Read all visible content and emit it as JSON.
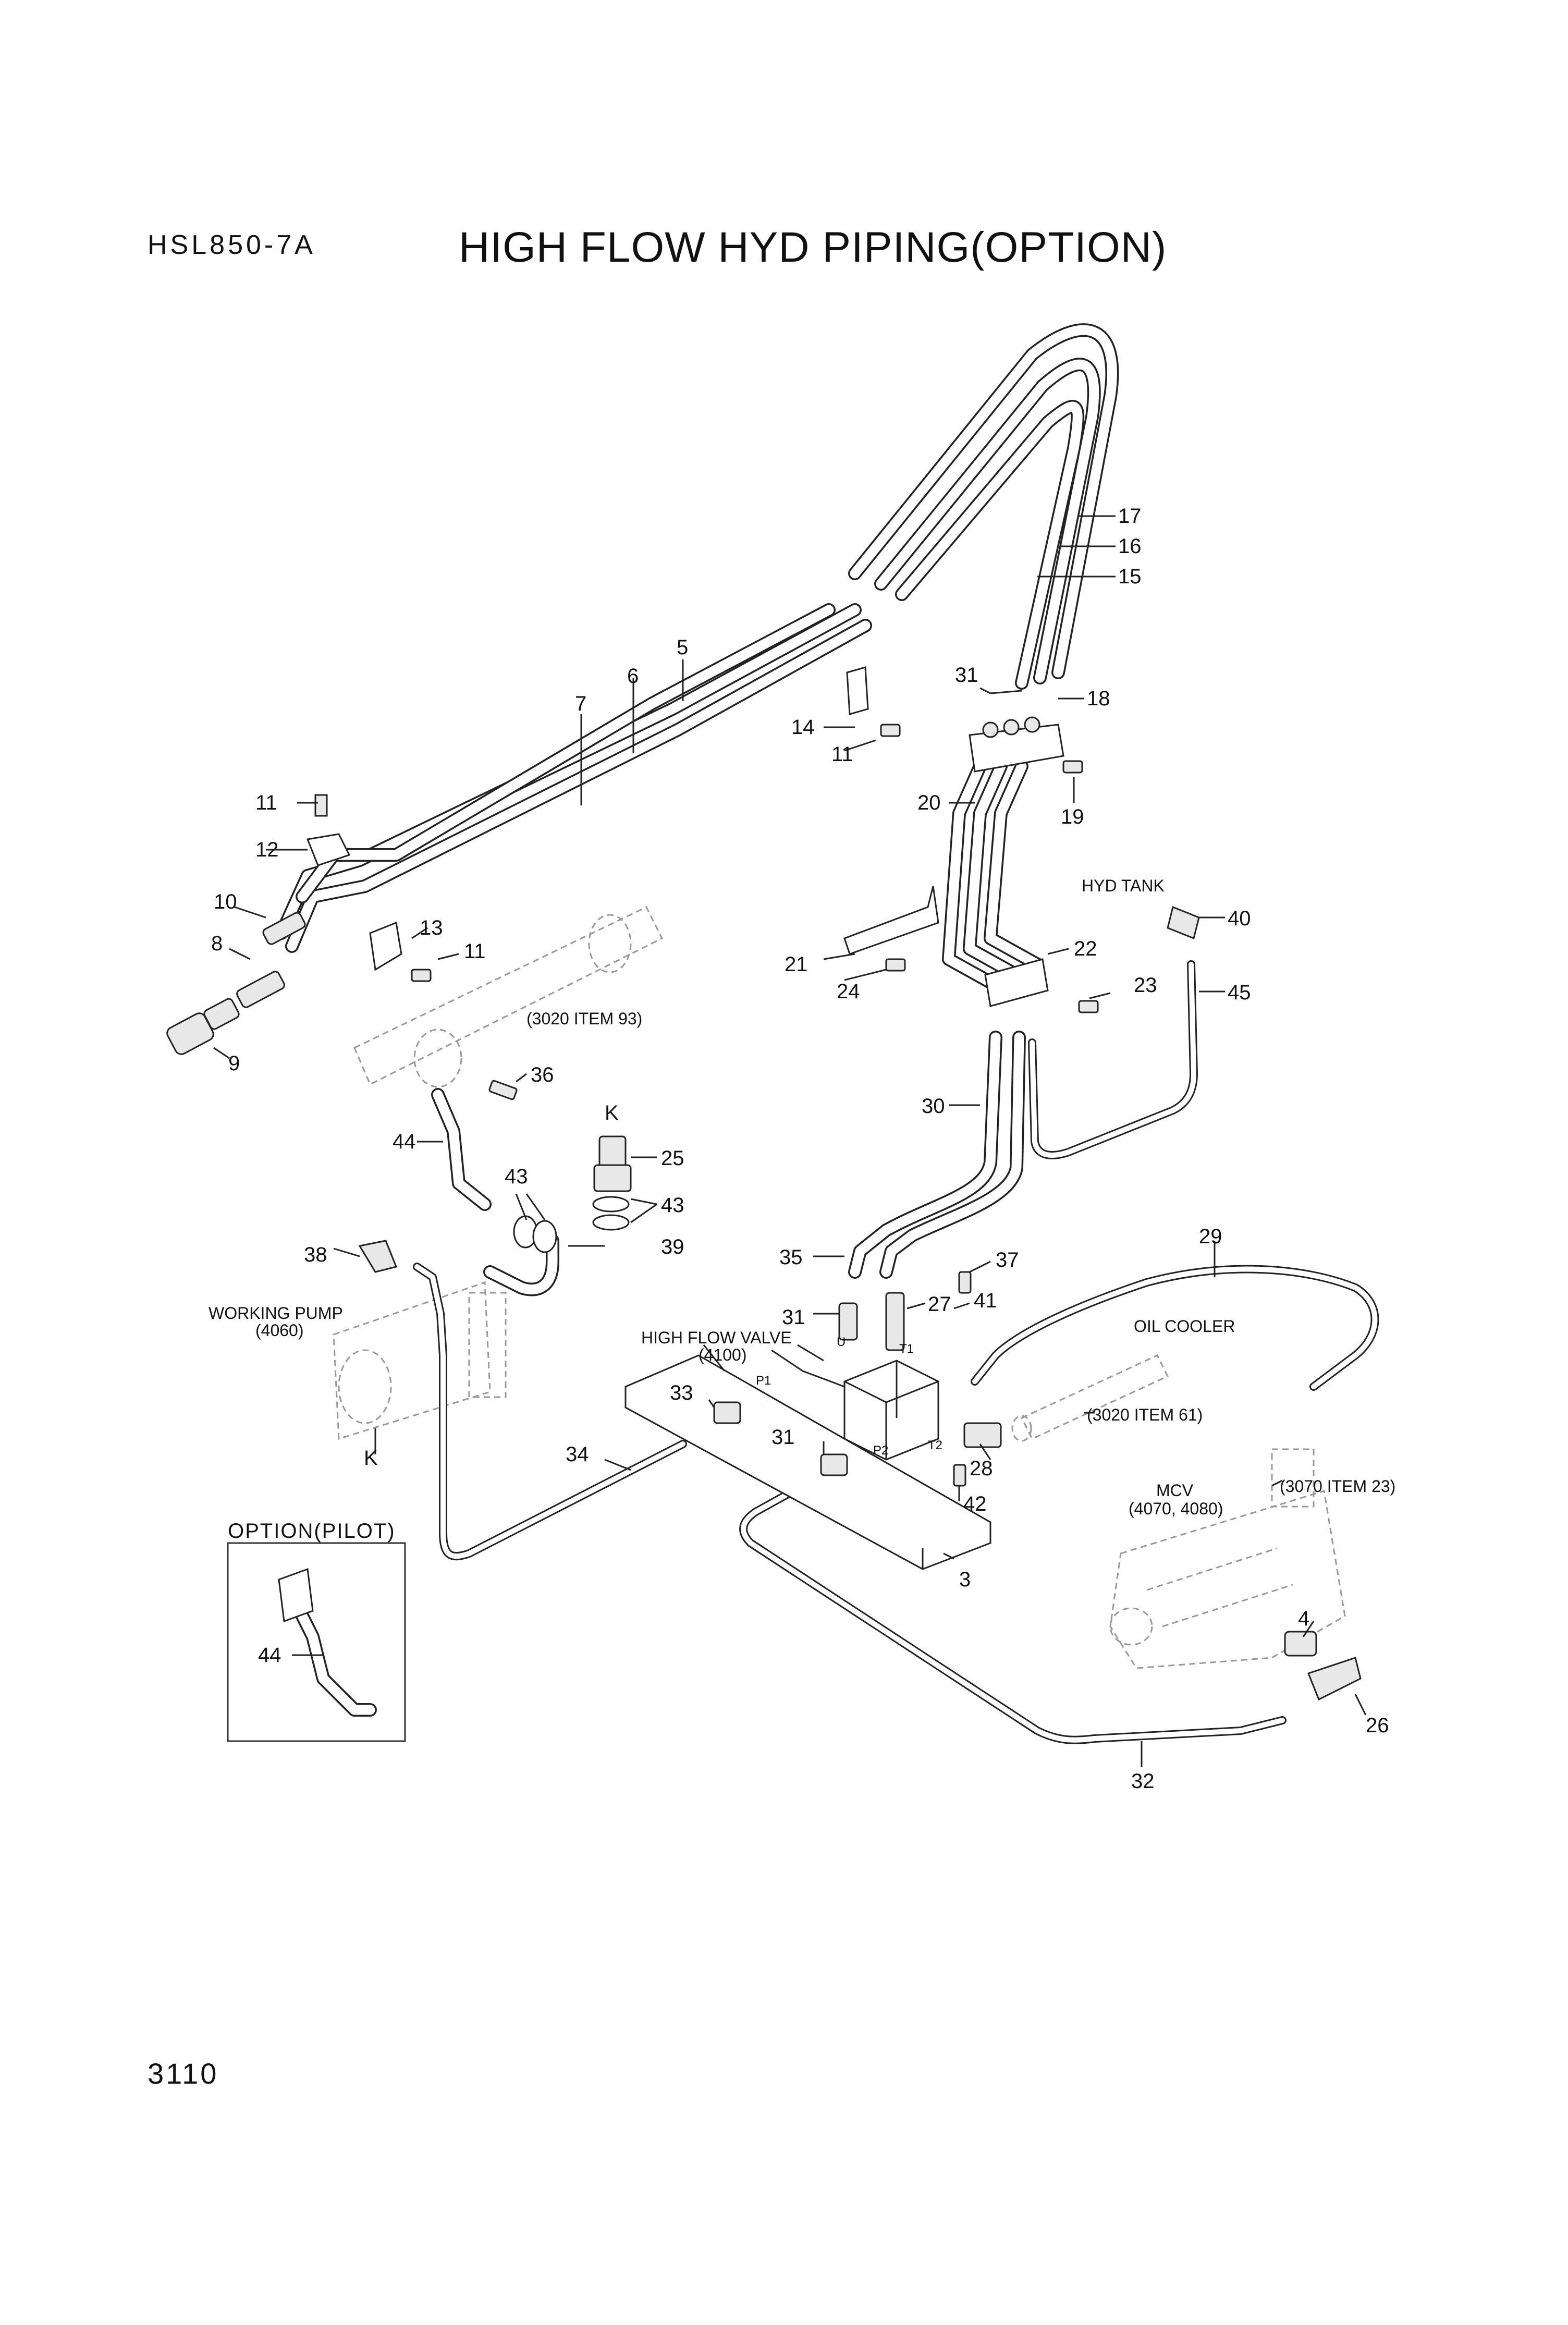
{
  "header": {
    "model": "HSL850-7A",
    "title": "HIGH FLOW HYD PIPING(OPTION)"
  },
  "footer": {
    "page_number": "3110"
  },
  "callouts": {
    "n3": "3",
    "n4": "4",
    "n5": "5",
    "n6": "6",
    "n7": "7",
    "n8": "8",
    "n9": "9",
    "n10": "10",
    "n11a": "11",
    "n11b": "11",
    "n11c": "11",
    "n12": "12",
    "n13": "13",
    "n14": "14",
    "n15": "15",
    "n16": "16",
    "n17": "17",
    "n18": "18",
    "n19": "19",
    "n20": "20",
    "n21": "21",
    "n22": "22",
    "n23": "23",
    "n24": "24",
    "n25": "25",
    "n26": "26",
    "n27": "27",
    "n28": "28",
    "n29": "29",
    "n30": "30",
    "n31a": "31",
    "n31b": "31",
    "n31c": "31",
    "n32": "32",
    "n33": "33",
    "n34": "34",
    "n35": "35",
    "n36": "36",
    "n37": "37",
    "n38": "38",
    "n39": "39",
    "n40": "40",
    "n41": "41",
    "n42": "42",
    "n43a": "43",
    "n43b": "43",
    "n44a": "44",
    "n44b": "44",
    "n45": "45",
    "kA": "K",
    "kB": "K"
  },
  "annotations": {
    "hyd_tank": "HYD TANK",
    "item93": "(3020 ITEM 93)",
    "working_pump": "WORKING PUMP",
    "working_pump_ref": "(4060)",
    "high_flow_valve": "HIGH FLOW VALVE",
    "high_flow_valve_ref": "(4100)",
    "oil_cooler": "OIL COOLER",
    "item61": "(3020 ITEM 61)",
    "mcv": "MCV",
    "mcv_ref": "(4070, 4080)",
    "item23": "(3070 ITEM 23)",
    "option_pilot": "OPTION(PILOT)",
    "port_u": "U",
    "port_t1": "T1",
    "port_p1": "P1",
    "port_p2": "P2",
    "port_t2": "T2"
  }
}
